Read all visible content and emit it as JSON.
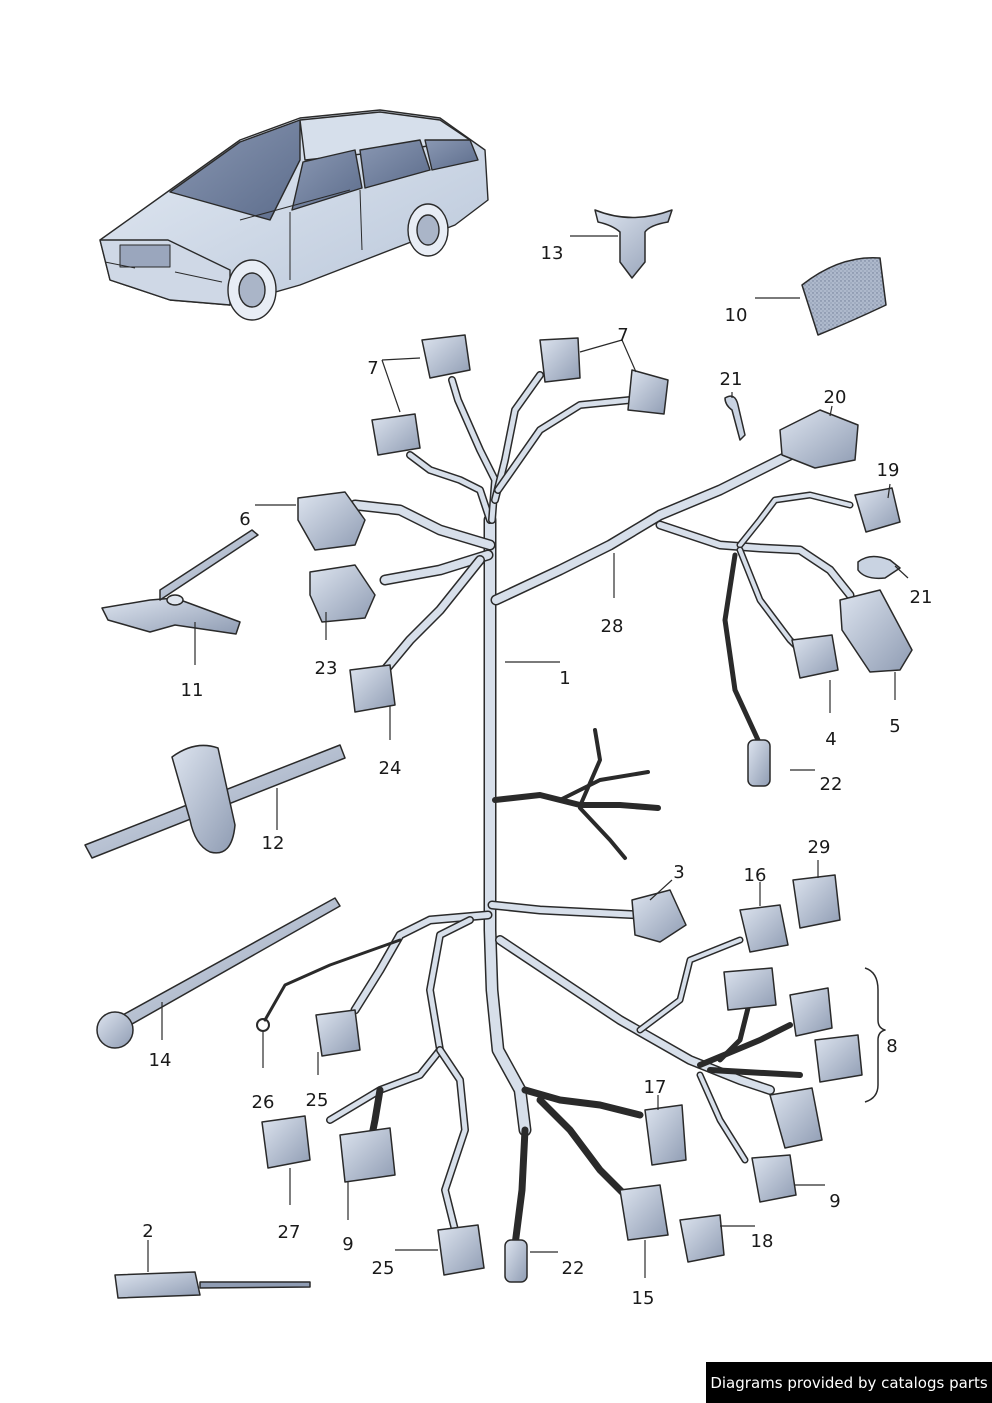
{
  "footer": {
    "credit": "Diagrams provided by catalogs parts"
  },
  "colors": {
    "line": "#2a2a2a",
    "part_fill": "#c9d3e2",
    "part_shade": "#8f9cb3",
    "background": "#ffffff"
  },
  "callouts": [
    {
      "id": "lbl-1",
      "text": "1"
    },
    {
      "id": "lbl-2",
      "text": "2"
    },
    {
      "id": "lbl-3",
      "text": "3"
    },
    {
      "id": "lbl-4",
      "text": "4"
    },
    {
      "id": "lbl-5",
      "text": "5"
    },
    {
      "id": "lbl-6",
      "text": "6"
    },
    {
      "id": "lbl-7a",
      "text": "7"
    },
    {
      "id": "lbl-7b",
      "text": "7"
    },
    {
      "id": "lbl-8",
      "text": "8"
    },
    {
      "id": "lbl-9a",
      "text": "9"
    },
    {
      "id": "lbl-9b",
      "text": "9"
    },
    {
      "id": "lbl-10",
      "text": "10"
    },
    {
      "id": "lbl-11",
      "text": "11"
    },
    {
      "id": "lbl-12",
      "text": "12"
    },
    {
      "id": "lbl-13",
      "text": "13"
    },
    {
      "id": "lbl-14",
      "text": "14"
    },
    {
      "id": "lbl-15",
      "text": "15"
    },
    {
      "id": "lbl-16",
      "text": "16"
    },
    {
      "id": "lbl-17",
      "text": "17"
    },
    {
      "id": "lbl-18",
      "text": "18"
    },
    {
      "id": "lbl-19",
      "text": "19"
    },
    {
      "id": "lbl-20",
      "text": "20"
    },
    {
      "id": "lbl-21a",
      "text": "21"
    },
    {
      "id": "lbl-21b",
      "text": "21"
    },
    {
      "id": "lbl-22a",
      "text": "22"
    },
    {
      "id": "lbl-22b",
      "text": "22"
    },
    {
      "id": "lbl-23",
      "text": "23"
    },
    {
      "id": "lbl-24",
      "text": "24"
    },
    {
      "id": "lbl-25a",
      "text": "25"
    },
    {
      "id": "lbl-25b",
      "text": "25"
    },
    {
      "id": "lbl-26",
      "text": "26"
    },
    {
      "id": "lbl-27",
      "text": "27"
    },
    {
      "id": "lbl-28",
      "text": "28"
    },
    {
      "id": "lbl-29",
      "text": "29"
    }
  ]
}
